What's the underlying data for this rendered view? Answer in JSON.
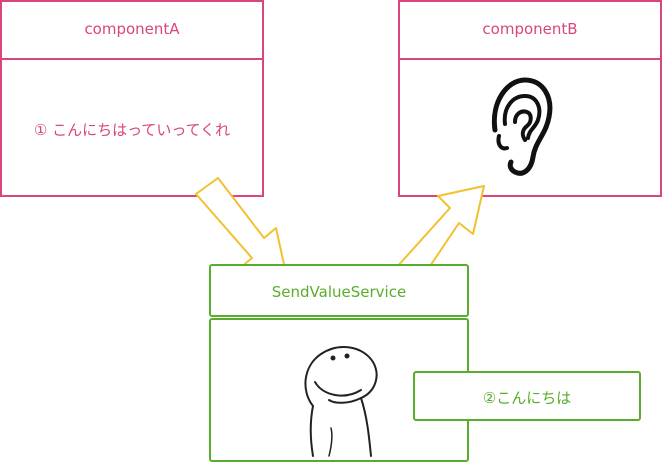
{
  "componentA": {
    "title": "componentA",
    "message": "① こんにちはっていってくれ"
  },
  "componentB": {
    "title": "componentB",
    "image_icon": "ear-icon"
  },
  "service": {
    "title": "SendValueService",
    "image_icon": "smiling-character-sketch-icon"
  },
  "value_box": {
    "text": "②こんにちは"
  },
  "colors": {
    "component": "#d9457f",
    "service": "#5aad2c",
    "arrow_stroke": "#f2c12e",
    "arrow_fill": "#ffffff"
  }
}
